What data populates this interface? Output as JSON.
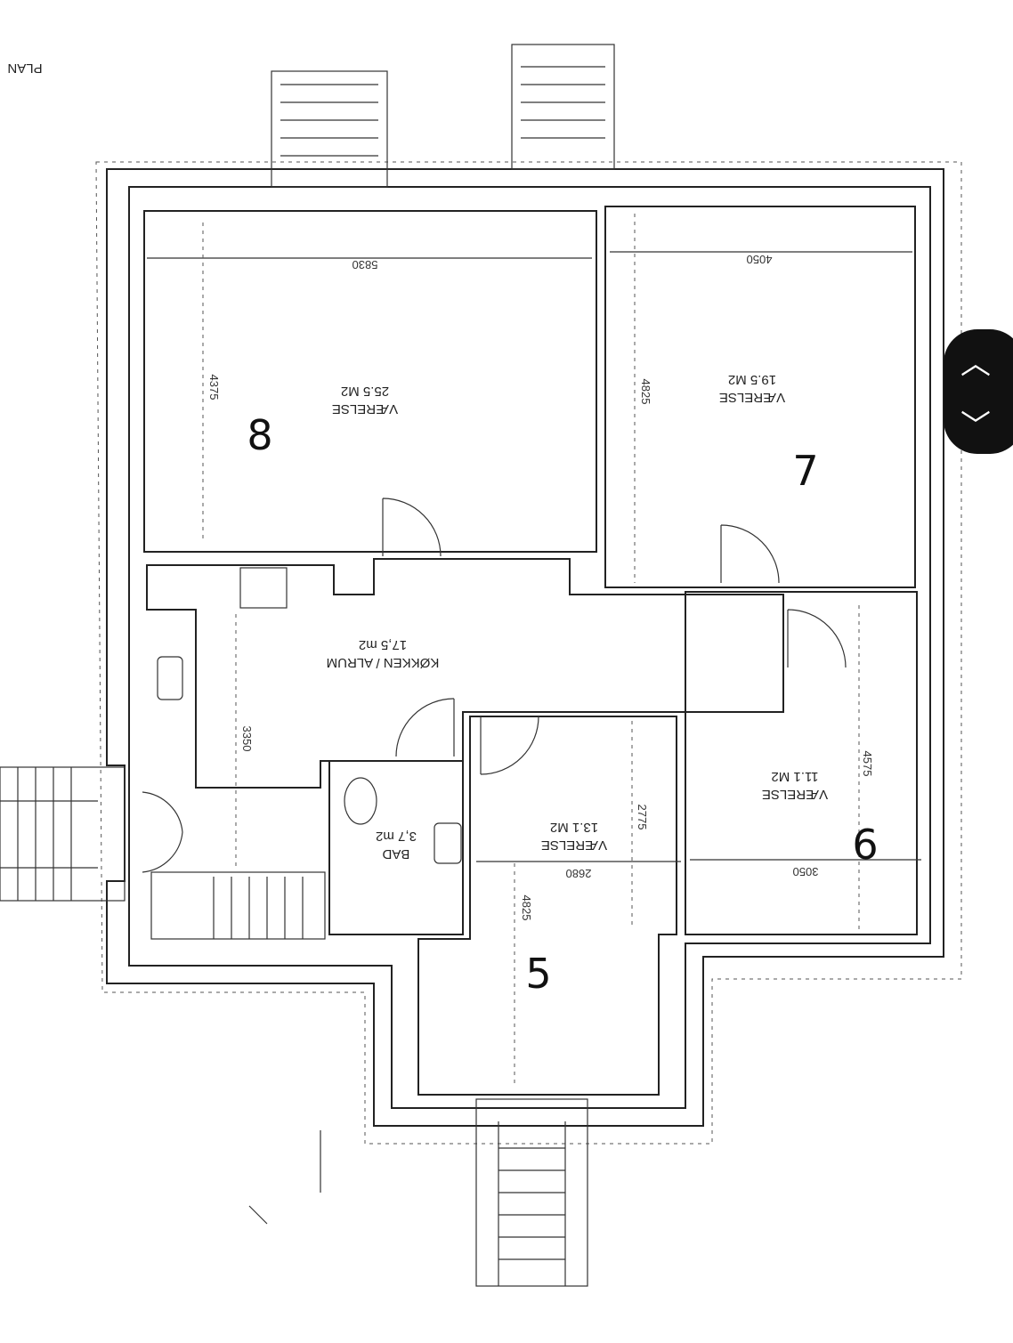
{
  "plan_title": "PLAN",
  "rooms": [
    {
      "name": "VÆRELSE",
      "area": "25.5 M2",
      "width_dim": "5830",
      "depth_dim": "4375",
      "note": "8"
    },
    {
      "name": "VÆRELSE",
      "area": "19.5 M2",
      "width_dim": "4050",
      "depth_dim": "4825",
      "note": "7"
    },
    {
      "name": "KØKKEN / ALRUM",
      "area": "17,5 m2",
      "depth_dim": "3350"
    },
    {
      "name": "BAD",
      "area": "3,7 m2"
    },
    {
      "name": "VÆRELSE",
      "area": "13.1 M2",
      "width_dim": "2680",
      "depth_dim": "2775",
      "extra_dim": "4825",
      "note": "5"
    },
    {
      "name": "VÆRELSE",
      "area": "11.1 M2",
      "width_dim": "3050",
      "depth_dim": "4575",
      "note": "6"
    }
  ],
  "scroll_controls": {
    "up": "︿",
    "down": "﹀"
  }
}
